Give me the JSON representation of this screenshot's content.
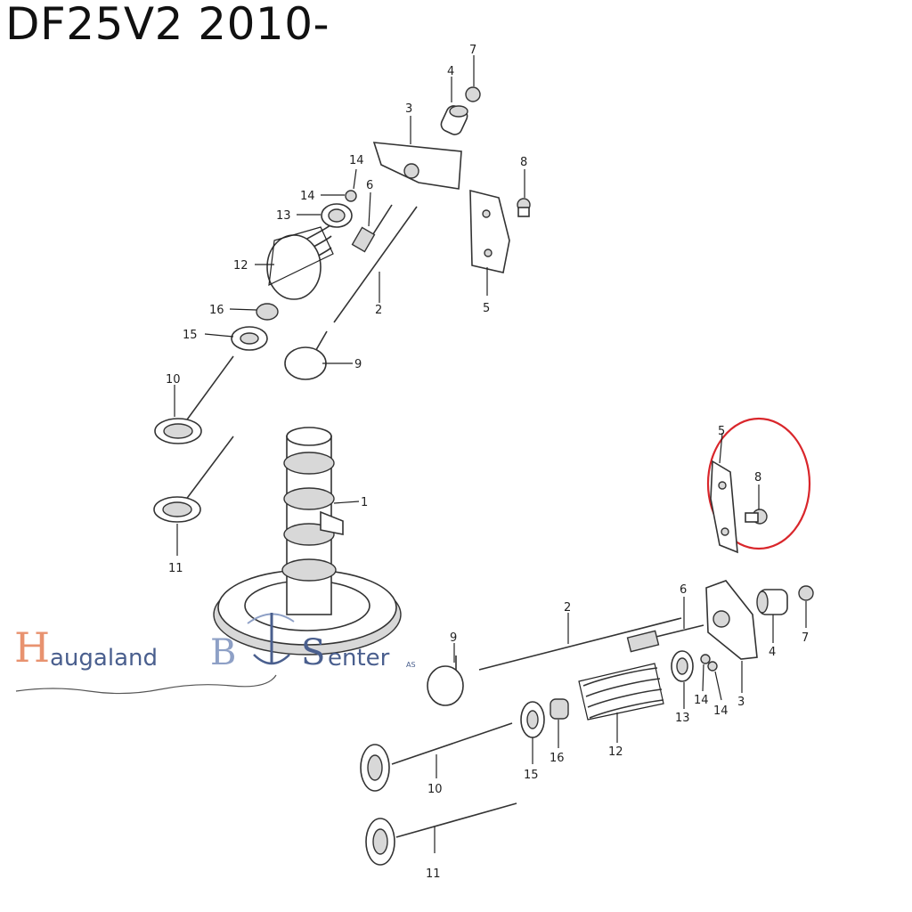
{
  "title": "DF25V2 2010-",
  "labels": {
    "top": {
      "l1": "1",
      "l2": "2",
      "l3": "3",
      "l4": "4",
      "l5": "5",
      "l6": "6",
      "l7": "7",
      "l8": "8",
      "l9": "9",
      "l10": "10",
      "l11": "11",
      "l12": "12",
      "l13": "13",
      "l14a": "14",
      "l14b": "14",
      "l15": "15",
      "l16": "16"
    },
    "bottom": {
      "l2": "2",
      "l3": "3",
      "l4": "4",
      "l5": "5",
      "l6": "6",
      "l7": "7",
      "l8": "8",
      "l9": "9",
      "l10": "10",
      "l11": "11",
      "l12": "12",
      "l13": "13",
      "l14a": "14",
      "l14b": "14",
      "l15": "15",
      "l16": "16"
    }
  },
  "logo": {
    "h": "H",
    "rest1": "augaland",
    "b": "B",
    "s": "S",
    "rest2": "enter",
    "as": "AS"
  },
  "colors": {
    "highlight_circle": "#d9262b",
    "logo_orange": "#e8926f",
    "logo_blue": "#4a5f8e"
  }
}
